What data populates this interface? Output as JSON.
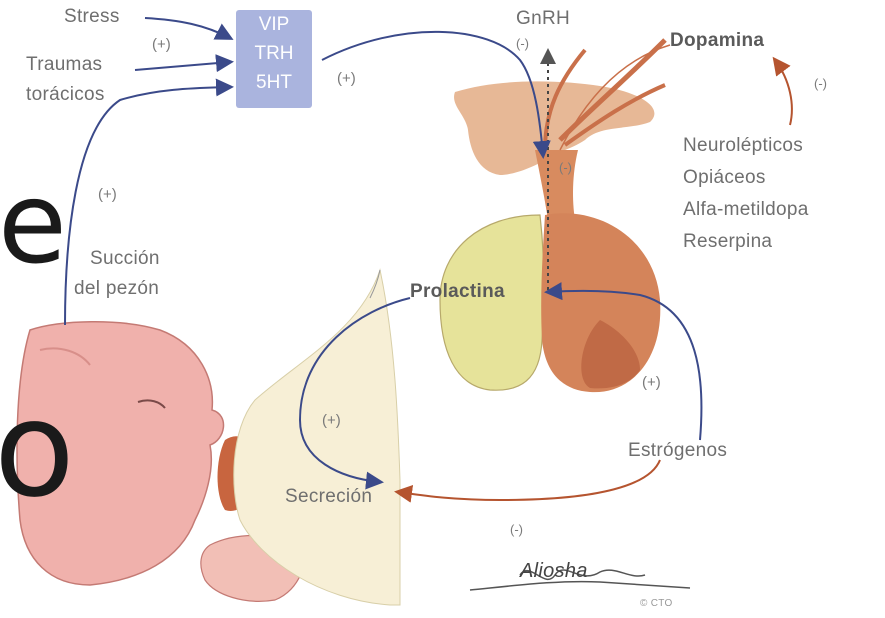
{
  "hormones": [
    "VIP",
    "TRH",
    "5HT"
  ],
  "stimuli": {
    "stress": "Stress",
    "trauma": [
      "Traumas",
      "torácicos"
    ]
  },
  "suction": [
    "Succión",
    "del pezón"
  ],
  "gnrh": "GnRH",
  "dopamine": "Dopamina",
  "drugs": [
    "Neurolépticos",
    "Opiáceos",
    "Alfa-metildopa",
    "Reserpina"
  ],
  "prolactin": "Prolactina",
  "estrogens": "Estrógenos",
  "secretion": "Secreción",
  "signs": {
    "plus": "(+)",
    "minus": "(-)"
  },
  "overlay_letters": [
    "e",
    "o"
  ],
  "signature": "Aliosha",
  "copyright": "© CTO",
  "colors": {
    "hormone_box": "#aab4de",
    "arrow_blue": "#3b4a8a",
    "arrow_red": "#b5542f",
    "gland_orange": "#d98a5c",
    "gland_yellow": "#e8e49a"
  }
}
